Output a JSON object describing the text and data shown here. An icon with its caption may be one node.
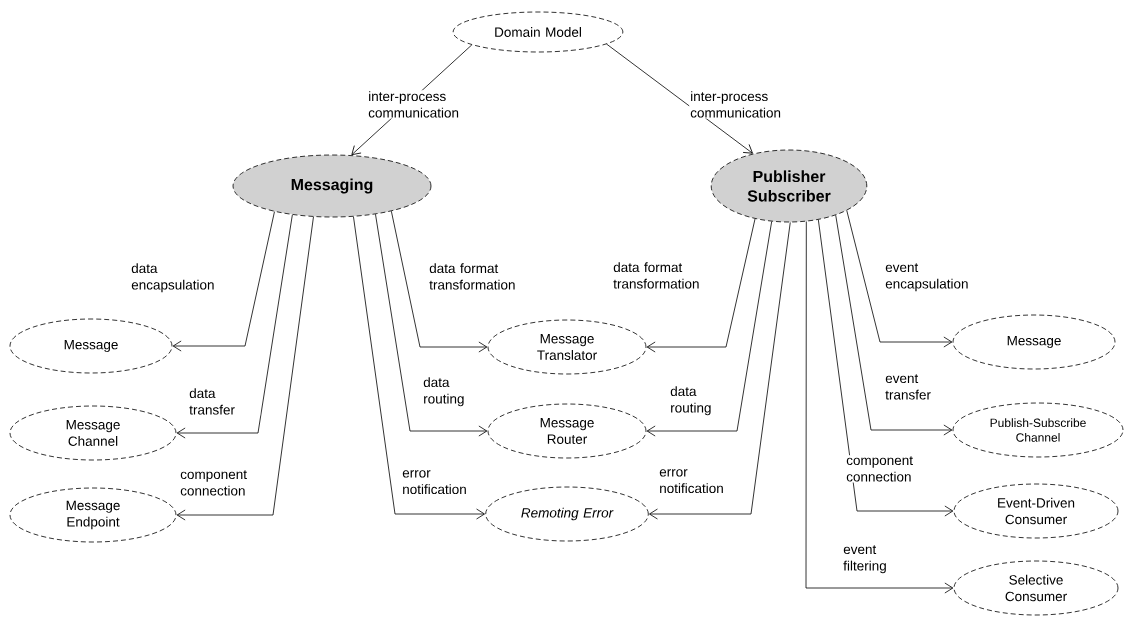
{
  "diagram": {
    "nodes": [
      {
        "text": [
          "Domain Model"
        ]
      },
      {
        "text": [
          "Messaging"
        ]
      },
      {
        "text": [
          "Publisher Subscriber"
        ]
      },
      {
        "text": [
          "Message"
        ]
      },
      {
        "text": [
          "Message Channel"
        ]
      },
      {
        "text": [
          "Message Endpoint"
        ]
      },
      {
        "text": [
          "Message Translator"
        ]
      },
      {
        "text": [
          "Message Router"
        ]
      },
      {
        "text": [
          "Remoting Error"
        ]
      },
      {
        "text": [
          "Message"
        ]
      },
      {
        "text": [
          "Publish-Subscribe Channel"
        ]
      },
      {
        "text": [
          "Event-Driven Consumer"
        ]
      },
      {
        "text": [
          "Selective Consumer"
        ]
      }
    ],
    "edges": [
      {
        "from": 0,
        "to": 1,
        "arrow": "to",
        "label": "inter-process communication"
      },
      {
        "from": 0,
        "to": 2,
        "arrow": "to",
        "label": "inter-process communication"
      },
      {
        "from": 1,
        "to": 3,
        "arrow": "to",
        "label": "data encapsulation"
      },
      {
        "from": 1,
        "to": 4,
        "arrow": "to",
        "label": "data transfer"
      },
      {
        "from": 1,
        "to": 5,
        "arrow": "to",
        "label": "component connection"
      },
      {
        "from": 1,
        "to": 6,
        "arrow": "to",
        "label": "data format transformation"
      },
      {
        "from": 1,
        "to": 7,
        "arrow": "to",
        "label": "data routing"
      },
      {
        "from": 1,
        "to": 8,
        "arrow": "to",
        "label": "error notification"
      },
      {
        "from": 2,
        "to": 6,
        "arrow": "to",
        "label": "data format transformation"
      },
      {
        "from": 2,
        "to": 7,
        "arrow": "to",
        "label": "data routing"
      },
      {
        "from": 2,
        "to": 8,
        "arrow": "to",
        "label": "error notification"
      },
      {
        "from": 2,
        "to": 9,
        "arrow": "to",
        "label": "event encapsulation"
      },
      {
        "from": 2,
        "to": 10,
        "arrow": "to",
        "label": "event transfer"
      },
      {
        "from": 2,
        "to": 11,
        "arrow": "to",
        "label": "component connection"
      },
      {
        "from": 2,
        "to": 12,
        "arrow": "to",
        "label": "event filtering"
      }
    ]
  }
}
